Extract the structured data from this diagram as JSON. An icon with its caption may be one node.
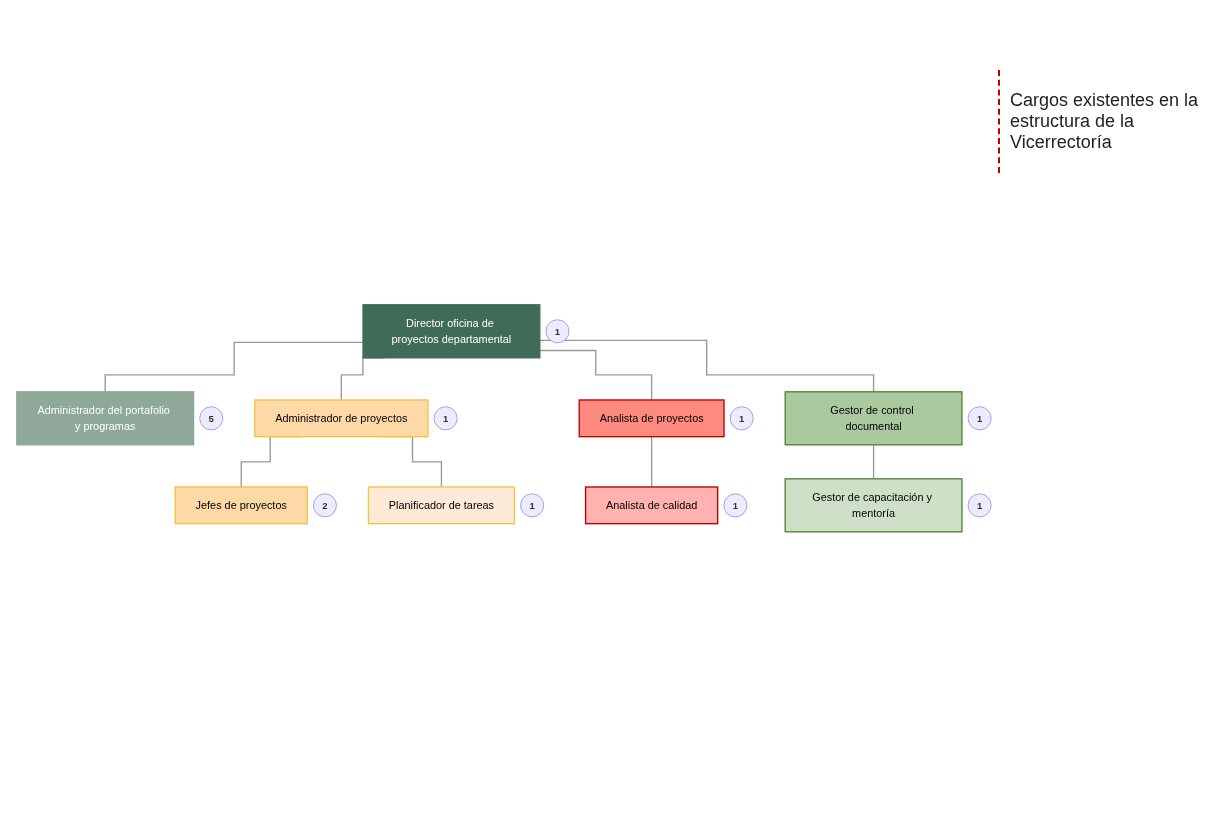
{
  "diagram": {
    "nodes": [
      {
        "text": [
          "Director oficina de proyectos departamental"
        ],
        "beside": [
          "1"
        ]
      },
      {
        "text": [
          "Administrador del portafolio y programas"
        ],
        "beside": [
          "5"
        ]
      },
      {
        "text": [
          "Administrador de proyectos"
        ],
        "beside": [
          "1"
        ]
      },
      {
        "text": [
          "Analista de proyectos"
        ],
        "beside": [
          "1"
        ]
      },
      {
        "text": [
          "Gestor de control documental"
        ],
        "beside": [
          "1"
        ]
      },
      {
        "text": [
          "Jefes de proyectos"
        ],
        "beside": [
          "2"
        ]
      },
      {
        "text": [
          "Planificador de tareas"
        ],
        "beside": [
          "1"
        ]
      },
      {
        "text": [
          "Analista de calidad"
        ],
        "beside": [
          "1"
        ]
      },
      {
        "text": [
          "Gestor de capacitación y mentoría"
        ],
        "beside": [
          "1"
        ]
      }
    ],
    "edges": [
      {
        "from": 0,
        "to": 1,
        "arrow": "none"
      },
      {
        "from": 0,
        "to": 2,
        "arrow": "none"
      },
      {
        "from": 0,
        "to": 3,
        "arrow": "none"
      },
      {
        "from": 0,
        "to": 4,
        "arrow": "none"
      },
      {
        "from": 2,
        "to": 5,
        "arrow": "none"
      },
      {
        "from": 2,
        "to": 6,
        "arrow": "none"
      },
      {
        "from": 3,
        "to": 7,
        "arrow": "none"
      },
      {
        "from": 4,
        "to": 8,
        "arrow": "none"
      }
    ],
    "labels": [
      "Cargos existentes en la estructura de la Vicerrectoría"
    ]
  }
}
